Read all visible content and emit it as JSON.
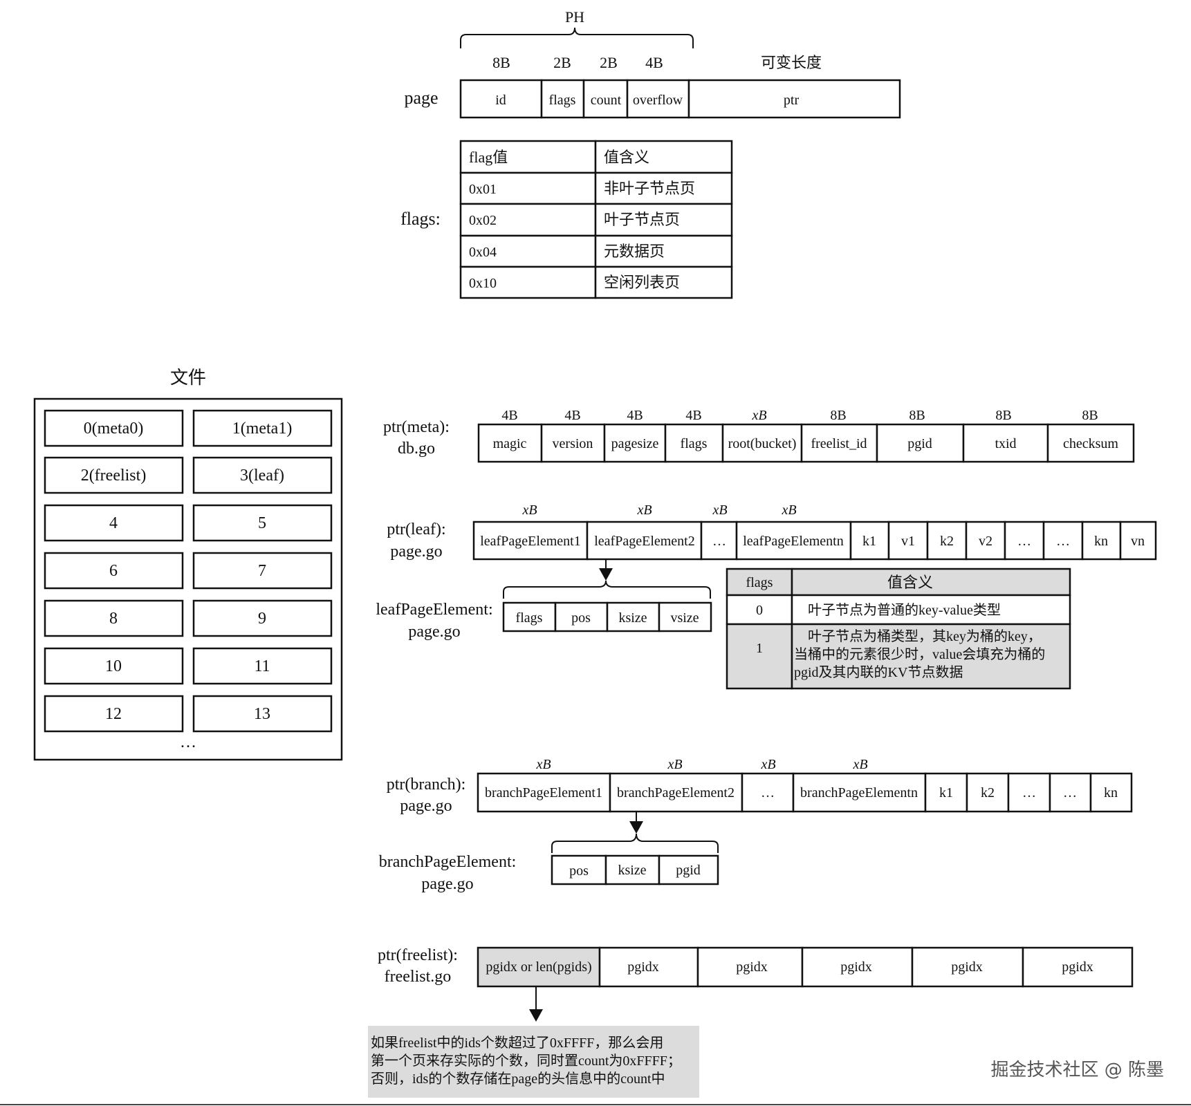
{
  "page_header": {
    "ph_label": "PH",
    "row_label": "page",
    "sizes": [
      "8B",
      "2B",
      "2B",
      "4B",
      "可变长度"
    ],
    "fields": [
      "id",
      "flags",
      "count",
      "overflow",
      "ptr"
    ]
  },
  "flags_table": {
    "label": "flags:",
    "headers": [
      "flag值",
      "值含义"
    ],
    "rows": [
      [
        "0x01",
        "非叶子节点页"
      ],
      [
        "0x02",
        "叶子节点页"
      ],
      [
        "0x04",
        "元数据页"
      ],
      [
        "0x10",
        "空闲列表页"
      ]
    ]
  },
  "file_panel": {
    "title": "文件",
    "cells": [
      "0(meta0)",
      "1(meta1)",
      "2(freelist)",
      "3(leaf)",
      "4",
      "5",
      "6",
      "7",
      "8",
      "9",
      "10",
      "11",
      "12",
      "13"
    ],
    "more": "…"
  },
  "meta": {
    "label_line1": "ptr(meta):",
    "label_line2": "db.go",
    "sizes": [
      "4B",
      "4B",
      "4B",
      "4B",
      "xB",
      "8B",
      "8B",
      "8B",
      "8B"
    ],
    "fields": [
      "magic",
      "version",
      "pagesize",
      "flags",
      "root(bucket)",
      "freelist_id",
      "pgid",
      "txid",
      "checksum"
    ]
  },
  "leaf": {
    "label_line1": "ptr(leaf):",
    "label_line2": "page.go",
    "sizes": [
      "xB",
      "xB",
      "xB",
      "xB"
    ],
    "fields": [
      "leafPageElement1",
      "leafPageElement2",
      "…",
      "leafPageElementn",
      "k1",
      "v1",
      "k2",
      "v2",
      "…",
      "…",
      "kn",
      "vn"
    ]
  },
  "leaf_element": {
    "label_line1": "leafPageElement:",
    "label_line2": "page.go",
    "fields": [
      "flags",
      "pos",
      "ksize",
      "vsize"
    ]
  },
  "leaf_flags_table": {
    "headers": [
      "flags",
      "值含义"
    ],
    "rows": [
      {
        "flag": "0",
        "lines": [
          "叶子节点为普通的key-value类型"
        ]
      },
      {
        "flag": "1",
        "lines": [
          "叶子节点为桶类型，其key为桶的key，",
          "当桶中的元素很少时，value会填充为桶的",
          "pgid及其内联的KV节点数据"
        ]
      }
    ]
  },
  "branch": {
    "label_line1": "ptr(branch):",
    "label_line2": "page.go",
    "sizes": [
      "xB",
      "xB",
      "xB",
      "xB"
    ],
    "fields": [
      "branchPageElement1",
      "branchPageElement2",
      "…",
      "branchPageElementn",
      "k1",
      "k2",
      "…",
      "…",
      "kn"
    ]
  },
  "branch_element": {
    "label_line1": "branchPageElement:",
    "label_line2": "page.go",
    "fields": [
      "pos",
      "ksize",
      "pgid"
    ]
  },
  "freelist": {
    "label_line1": "ptr(freelist):",
    "label_line2": "freelist.go",
    "fields": [
      "pgidx or len(pgids)",
      "pgidx",
      "pgidx",
      "pgidx",
      "pgidx",
      "pgidx"
    ],
    "note_lines": [
      "如果freelist中的ids个数超过了0xFFFF，那么会用",
      "第一个页来存实际的个数，同时置count为0xFFFF；",
      "否则，ids的个数存储在page的头信息中的count中"
    ]
  },
  "watermark": "掘金技术社区 @ 陈墨"
}
